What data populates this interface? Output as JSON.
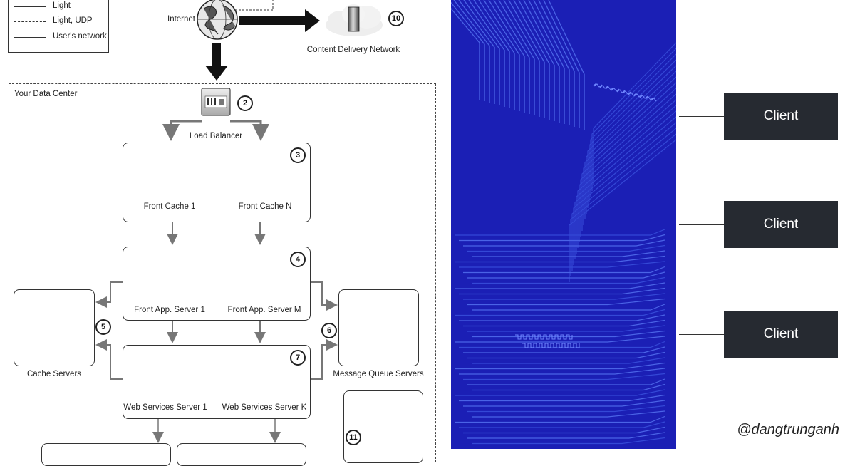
{
  "legend": {
    "items": [
      {
        "label": "Light",
        "style": "solid"
      },
      {
        "label": "Light, UDP",
        "style": "dashed"
      },
      {
        "label": "User's network",
        "style": "solid"
      }
    ]
  },
  "internet_label": "Internet",
  "cdn": {
    "label": "Content Delivery Network",
    "badge": "10"
  },
  "data_center": {
    "title": "Your Data Center"
  },
  "load_balancer": {
    "label": "Load Balancer",
    "badge": "2"
  },
  "front_cache": {
    "badge": "3",
    "left": "Front Cache 1",
    "right": "Front Cache N"
  },
  "front_app": {
    "badge": "4",
    "left": "Front App. Server 1",
    "right": "Front App. Server M"
  },
  "web_services": {
    "badge": "7",
    "left": "Web Services Server 1",
    "right": "Web Services Server K"
  },
  "cache_servers": {
    "badge": "5",
    "label": "Cache Servers"
  },
  "message_queue": {
    "badge": "6",
    "label": "Message Queue Servers"
  },
  "other_cluster": {
    "badge": "11"
  },
  "clients": [
    "Client",
    "Client",
    "Client"
  ],
  "handle": "@dangtrunganh",
  "colors": {
    "pcb_blue": "#1b1fb5",
    "client_box": "#262a31",
    "arrow_gray": "#777777"
  }
}
